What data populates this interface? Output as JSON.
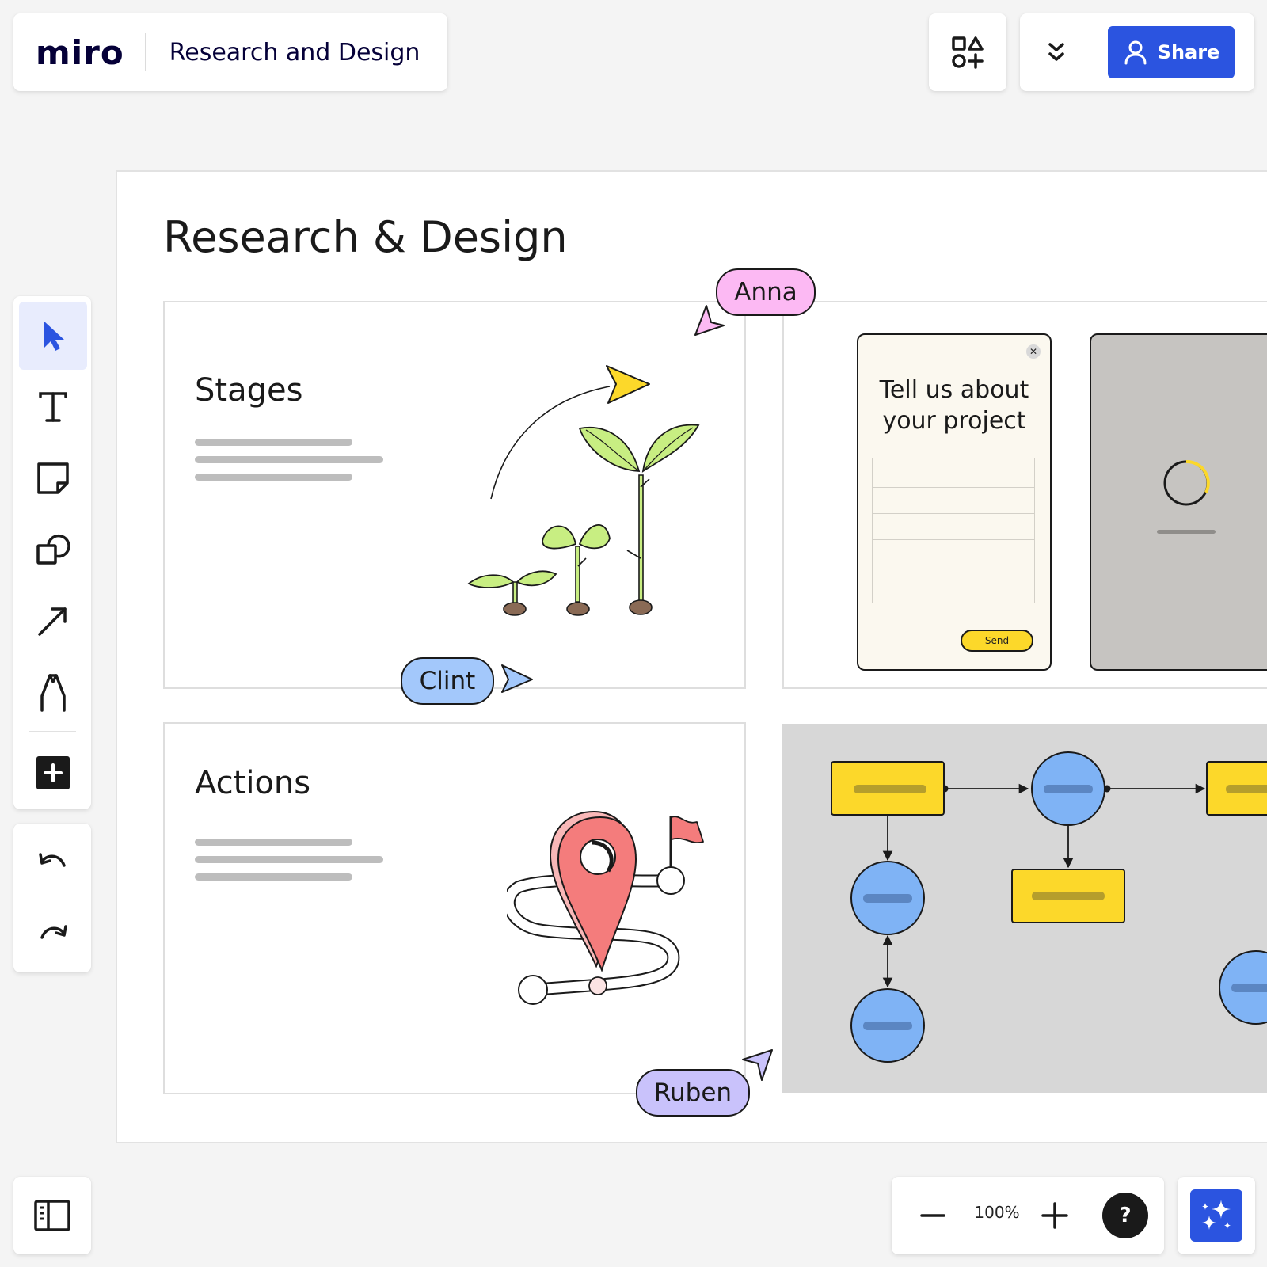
{
  "app": {
    "logo": "miro",
    "board_title": "Research and Design"
  },
  "header": {
    "share_label": "Share",
    "icons": [
      "shapes-icon",
      "double-chevron-down-icon",
      "user-icon"
    ]
  },
  "toolbar": {
    "tools": [
      "select-cursor-icon",
      "text-icon",
      "sticky-note-icon",
      "shapes-icon",
      "arrow-line-icon",
      "pen-icon",
      "plus-square-icon"
    ],
    "active_tool": "select"
  },
  "history": {
    "icons": [
      "undo-icon",
      "redo-icon"
    ]
  },
  "zoom": {
    "level": "100%"
  },
  "help": {
    "label": "?"
  },
  "board": {
    "frame_title": "Research & Design",
    "stages": {
      "title": "Stages"
    },
    "actions": {
      "title": "Actions"
    },
    "form_mock": {
      "heading": "Tell us about your project",
      "send_label": "Send",
      "close_symbol": "✕"
    },
    "loader_mock": {
      "close_symbol": "✕"
    }
  },
  "collaborators": [
    {
      "name": "Anna",
      "color": "#fcb9f3"
    },
    {
      "name": "Clint",
      "color": "#a3c8fb"
    },
    {
      "name": "Ruben",
      "color": "#c9c2fb"
    }
  ],
  "colors": {
    "brand_blue": "#2b54e0",
    "flow_yellow": "#fcd82a",
    "flow_blue": "#7fb3f5",
    "panel_background": "#f4f4f4"
  }
}
